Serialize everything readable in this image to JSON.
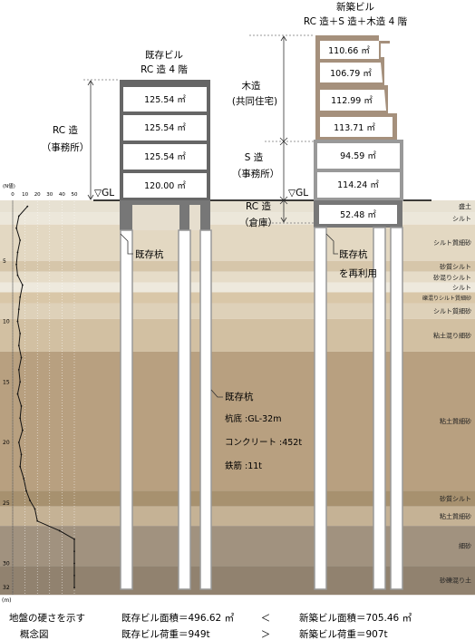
{
  "strata": [
    {
      "label": "盛土",
      "top": 0.0,
      "bottom": 1.0,
      "color": "#e7e1d2"
    },
    {
      "label": "シルト",
      "top": 1.0,
      "bottom": 2.0,
      "color": "#ece7da"
    },
    {
      "label": "シルト質細砂",
      "top": 2.0,
      "bottom": 5.0,
      "color": "#e3d8c2"
    },
    {
      "label": "砂質シルト",
      "top": 5.0,
      "bottom": 5.9,
      "color": "#d6c6aa"
    },
    {
      "label": "砂混りシルト",
      "top": 5.9,
      "bottom": 6.8,
      "color": "#e6dcc8"
    },
    {
      "label": "シルト",
      "top": 6.8,
      "bottom": 7.6,
      "color": "#eee9dd"
    },
    {
      "label": "礫混りシルト質細砂",
      "top": 7.6,
      "bottom": 8.5,
      "color": "#d9c7a8"
    },
    {
      "label": "シルト質細砂",
      "top": 8.5,
      "bottom": 9.8,
      "color": "#ded1b9"
    },
    {
      "label": "粘土混り細砂",
      "top": 9.8,
      "bottom": 12.5,
      "color": "#d2c0a2"
    },
    {
      "label": "粘土質細砂",
      "top": 12.5,
      "bottom": 24.0,
      "color": "#b8a080"
    },
    {
      "label": "砂質シルト",
      "top": 24.0,
      "bottom": 25.3,
      "color": "#a7916f"
    },
    {
      "label": "粘土質細砂",
      "top": 25.3,
      "bottom": 26.9,
      "color": "#c5b295"
    },
    {
      "label": "細砂",
      "top": 26.9,
      "bottom": 30.2,
      "color": "#a1927f"
    },
    {
      "label": "砂礫混り土",
      "top": 30.2,
      "bottom": 32.6,
      "color": "#91826f"
    }
  ],
  "nvalue": {
    "unit": "(N値)",
    "ticks": [
      "0",
      "10",
      "20",
      "30",
      "40",
      "50"
    ],
    "depth_unit": "(m)",
    "depth_ticks": [
      "5",
      "10",
      "15",
      "20",
      "25",
      "30",
      "32"
    ],
    "profile": [
      [
        12,
        0.5
      ],
      [
        5,
        1.3
      ],
      [
        3,
        2.3
      ],
      [
        6,
        3.3
      ],
      [
        4,
        4.3
      ],
      [
        3,
        5.3
      ],
      [
        4,
        6.2
      ],
      [
        8,
        7
      ],
      [
        6,
        8
      ],
      [
        5,
        9
      ],
      [
        4,
        10
      ],
      [
        6,
        11
      ],
      [
        5,
        12
      ],
      [
        7,
        13
      ],
      [
        5,
        14
      ],
      [
        6,
        15
      ],
      [
        4,
        16
      ],
      [
        7,
        17
      ],
      [
        6,
        18
      ],
      [
        8,
        19
      ],
      [
        5,
        20
      ],
      [
        7,
        21
      ],
      [
        6,
        22
      ],
      [
        9,
        23
      ],
      [
        11,
        24
      ],
      [
        14,
        24.8
      ],
      [
        18,
        25.5
      ],
      [
        20,
        26.5
      ],
      [
        38,
        27.3
      ],
      [
        50,
        28
      ],
      [
        50,
        29
      ],
      [
        50,
        30
      ],
      [
        50,
        31
      ],
      [
        50,
        32
      ]
    ]
  },
  "labels": {
    "existing_title1": "既存ビル",
    "existing_title2": "RC 造 4 階",
    "new_title1": "新築ビル",
    "new_title2": "RC 造＋S 造＋木造 4 階",
    "rc_office1": "RC 造",
    "rc_office2": "（事務所）",
    "wood1": "木造",
    "wood2": "(共同住宅)",
    "s1": "S 造",
    "s2": "（事務所）",
    "rc_basement1": "RC 造",
    "rc_basement2": "（倉庫）",
    "gl_left": "▽GL",
    "gl_right": "▽GL",
    "existing_pile": "既存杭",
    "reuse1": "既存杭",
    "reuse2": "を再利用",
    "pile_info": [
      "既存杭",
      "杭底 :GL-32m",
      "コンクリート :452t",
      "鉄筋 :11t"
    ]
  },
  "existing_floors": [
    "125.54 ㎡",
    "125.54 ㎡",
    "125.54 ㎡",
    "120.00 ㎡"
  ],
  "new_floors": [
    "110.66 ㎡",
    "106.79 ㎡",
    "112.99 ㎡",
    "113.71 ㎡",
    "94.59 ㎡",
    "114.24 ㎡"
  ],
  "new_basement": "52.48 ㎡",
  "footer": {
    "left1": "地盤の硬さを示す",
    "left2": "概念図",
    "ex_area": "既存ビル面積＝496.62 ㎡",
    "cmp1": "＜",
    "new_area": "新築ビル面積＝705.46 ㎡",
    "ex_load": "既存ビル荷重＝949t",
    "cmp2": "＞",
    "new_load": "新築ビル荷重＝907t"
  }
}
